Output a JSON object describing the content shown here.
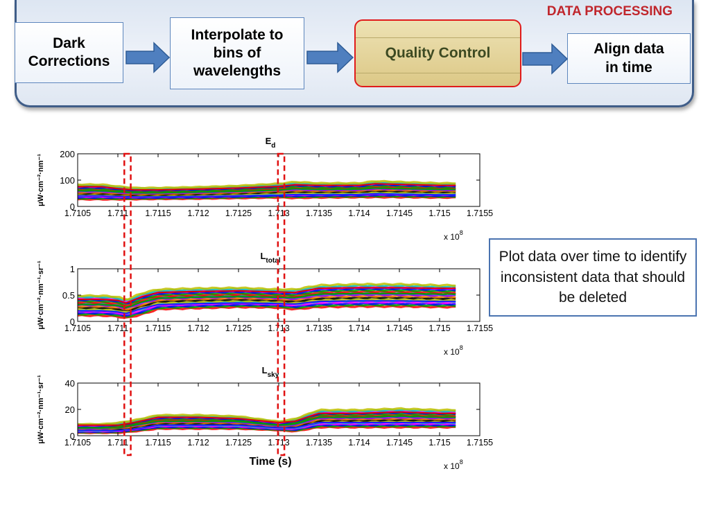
{
  "banner": {
    "title": "DATA PROCESSING",
    "steps": {
      "dark": "Dark\nCorrections",
      "interp": "Interpolate to\nbins of\nwavelengths",
      "qc": "Quality Control",
      "align": "Align data\nin time"
    }
  },
  "note": "Plot data over time to identify inconsistent data that should be deleted",
  "x_label": "Time (s)",
  "chart_data": [
    {
      "type": "line",
      "title": "E_d",
      "ylabel": "μW·cm⁻²·nm⁻¹",
      "ylim": [
        0,
        200
      ],
      "yticks": [
        0,
        100,
        200
      ],
      "xlim": [
        1.7105,
        1.7155
      ],
      "xticks": [
        "1.7105",
        "1.711",
        "1.7115",
        "1.712",
        "1.7125",
        "1.713",
        "1.7135",
        "1.714",
        "1.7145",
        "1.715",
        "1.7155"
      ],
      "x_multiplier": "x 10^8",
      "data_end": 1.7152,
      "band": {
        "x": [
          1.7105,
          1.7108,
          1.711,
          1.7112,
          1.7115,
          1.712,
          1.7125,
          1.713,
          1.7132,
          1.7135,
          1.714,
          1.7142,
          1.7145,
          1.715,
          1.7152
        ],
        "low": [
          25,
          25,
          25,
          26,
          27,
          28,
          30,
          32,
          30,
          32,
          33,
          33,
          33,
          32,
          32
        ],
        "high": [
          85,
          85,
          78,
          72,
          72,
          75,
          80,
          88,
          95,
          90,
          90,
          98,
          95,
          90,
          90
        ]
      },
      "series": [
        {
          "name": "",
          "color": "#1c1cff",
          "values": [
            40,
            40,
            38,
            36,
            36,
            38,
            40,
            42,
            45,
            44,
            45,
            48,
            46,
            44,
            44
          ]
        },
        {
          "name": "",
          "color": "#00a000",
          "values": [
            60,
            60,
            56,
            52,
            52,
            55,
            58,
            62,
            68,
            65,
            66,
            70,
            68,
            65,
            65
          ]
        },
        {
          "name": "",
          "color": "#e00000",
          "values": [
            75,
            75,
            68,
            63,
            63,
            66,
            70,
            76,
            82,
            80,
            80,
            86,
            84,
            80,
            80
          ]
        }
      ]
    },
    {
      "type": "line",
      "title": "L_total",
      "ylabel": "μW·cm⁻²·nm⁻¹·sr⁻¹",
      "ylim": [
        0,
        1
      ],
      "yticks": [
        0,
        0.5,
        1
      ],
      "xlim": [
        1.7105,
        1.7155
      ],
      "xticks": [
        "1.7105",
        "1.711",
        "1.7115",
        "1.712",
        "1.7125",
        "1.713",
        "1.7135",
        "1.714",
        "1.7145",
        "1.715",
        "1.7155"
      ],
      "x_multiplier": "x 10^8",
      "data_end": 1.7152,
      "band": {
        "x": [
          1.7105,
          1.7108,
          1.711,
          1.7111,
          1.7113,
          1.7115,
          1.712,
          1.7125,
          1.713,
          1.7132,
          1.7135,
          1.714,
          1.7145,
          1.715,
          1.7152
        ],
        "low": [
          0.1,
          0.1,
          0.08,
          0.05,
          0.12,
          0.22,
          0.24,
          0.26,
          0.25,
          0.22,
          0.26,
          0.27,
          0.27,
          0.26,
          0.26
        ],
        "high": [
          0.5,
          0.5,
          0.48,
          0.42,
          0.55,
          0.62,
          0.64,
          0.65,
          0.62,
          0.62,
          0.7,
          0.72,
          0.72,
          0.7,
          0.7
        ]
      },
      "series": [
        {
          "name": "",
          "color": "#1c1cff",
          "values": [
            0.2,
            0.2,
            0.18,
            0.15,
            0.25,
            0.32,
            0.34,
            0.35,
            0.34,
            0.33,
            0.38,
            0.39,
            0.39,
            0.38,
            0.38
          ]
        },
        {
          "name": "",
          "color": "#00a000",
          "values": [
            0.32,
            0.32,
            0.3,
            0.26,
            0.37,
            0.44,
            0.46,
            0.47,
            0.46,
            0.45,
            0.52,
            0.53,
            0.53,
            0.52,
            0.52
          ]
        },
        {
          "name": "",
          "color": "#e00000",
          "values": [
            0.42,
            0.42,
            0.4,
            0.35,
            0.47,
            0.55,
            0.57,
            0.58,
            0.56,
            0.55,
            0.63,
            0.64,
            0.64,
            0.63,
            0.63
          ]
        }
      ]
    },
    {
      "type": "line",
      "title": "L_sky",
      "ylabel": "μW·cm⁻²·nm⁻¹·sr⁻¹",
      "ylim": [
        0,
        40
      ],
      "yticks": [
        0,
        20,
        40
      ],
      "xlim": [
        1.7105,
        1.7155
      ],
      "xticks": [
        "1.7105",
        "1.711",
        "1.7115",
        "1.712",
        "1.7125",
        "1.713",
        "1.7135",
        "1.714",
        "1.7145",
        "1.715",
        "1.7155"
      ],
      "x_multiplier": "x 10^8",
      "data_end": 1.7152,
      "band": {
        "x": [
          1.7105,
          1.7108,
          1.711,
          1.7112,
          1.7115,
          1.712,
          1.7125,
          1.713,
          1.7132,
          1.7135,
          1.714,
          1.7145,
          1.715,
          1.7152
        ],
        "low": [
          2,
          2,
          2,
          3,
          5,
          5,
          5,
          4,
          3,
          6,
          6,
          6,
          6,
          6
        ],
        "high": [
          9,
          9,
          10,
          12,
          16,
          16,
          15,
          11,
          13,
          20,
          20,
          21,
          20,
          20
        ]
      },
      "series": [
        {
          "name": "",
          "color": "#1c1cff",
          "values": [
            4,
            4,
            4,
            5,
            8,
            8,
            8,
            6,
            6,
            10,
            10,
            10,
            10,
            10
          ]
        },
        {
          "name": "",
          "color": "#00a000",
          "values": [
            6,
            6,
            6,
            8,
            11,
            11,
            11,
            8,
            9,
            14,
            14,
            15,
            14,
            14
          ]
        },
        {
          "name": "",
          "color": "#e00000",
          "values": [
            8,
            8,
            8,
            10,
            14,
            14,
            13,
            10,
            11,
            17,
            17,
            18,
            17,
            17
          ]
        }
      ]
    }
  ],
  "highlight_windows": [
    [
      1.71108,
      1.71116
    ],
    [
      1.71299,
      1.71307
    ]
  ]
}
